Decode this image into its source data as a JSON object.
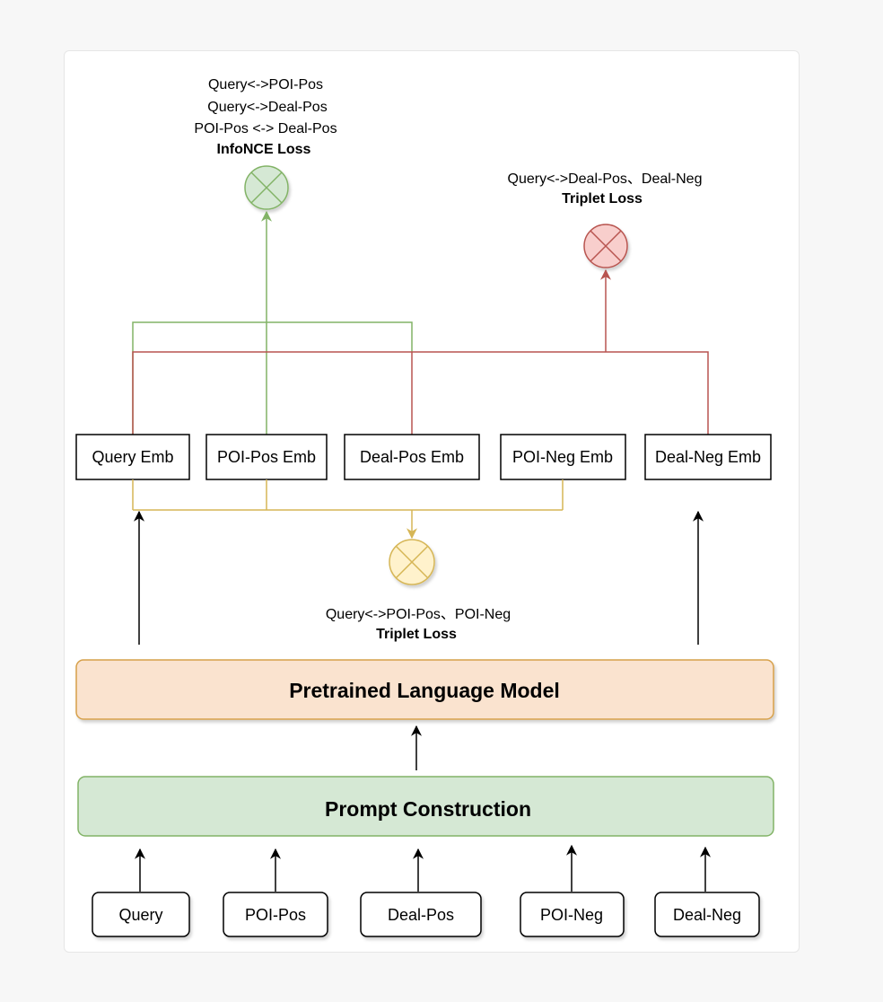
{
  "top_loss": {
    "lines": [
      "Query<->POI-Pos",
      "Query<->Deal-Pos",
      "POI-Pos <-> Deal-Pos"
    ],
    "title": "InfoNCE Loss",
    "color": "#82b366",
    "fill": "#d5e8d4"
  },
  "right_loss": {
    "line": "Query<->Deal-Pos、Deal-Neg",
    "title": "Triplet Loss",
    "color": "#b85450",
    "fill": "#f8cecc"
  },
  "middle_loss": {
    "line": "Query<->POI-Pos、POI-Neg",
    "title": "Triplet Loss",
    "color": "#d6b656",
    "fill": "#fff2cc"
  },
  "embeddings": [
    "Query Emb",
    "POI-Pos Emb",
    "Deal-Pos Emb",
    "POI-Neg Emb",
    "Deal-Neg Emb"
  ],
  "model": {
    "label": "Pretrained Language Model",
    "fill": "#fae3cf",
    "stroke": "#d6a04a"
  },
  "prompt": {
    "label": "Prompt Construction",
    "fill": "#d5e8d4",
    "stroke": "#82b366"
  },
  "inputs": [
    "Query",
    "POI-Pos",
    "Deal-Pos",
    "POI-Neg",
    "Deal-Neg"
  ]
}
